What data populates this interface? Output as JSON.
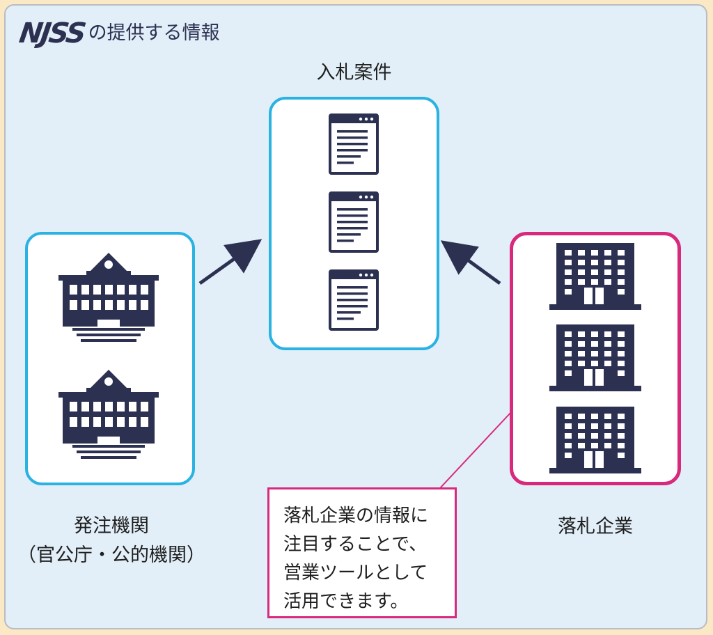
{
  "header": {
    "logo_text": "NJSS",
    "title_suffix": "の提供する情報"
  },
  "center": {
    "label": "入札案件",
    "icon_count": 3
  },
  "left": {
    "label": "発注機関",
    "sublabel": "（官公庁・公的機関）",
    "icon_count": 2
  },
  "right": {
    "label": "落札企業",
    "icon_count": 3
  },
  "callout": {
    "lines": [
      "落札企業の情報に",
      "注目することで、",
      "営業ツールとして",
      "活用できます。"
    ]
  },
  "colors": {
    "outer_background": "#fbe9c6",
    "panel_background": "#e2eff8",
    "box_border_blue": "#2ab2e3",
    "box_border_pink": "#d8297d",
    "icon_navy": "#2c3152"
  }
}
